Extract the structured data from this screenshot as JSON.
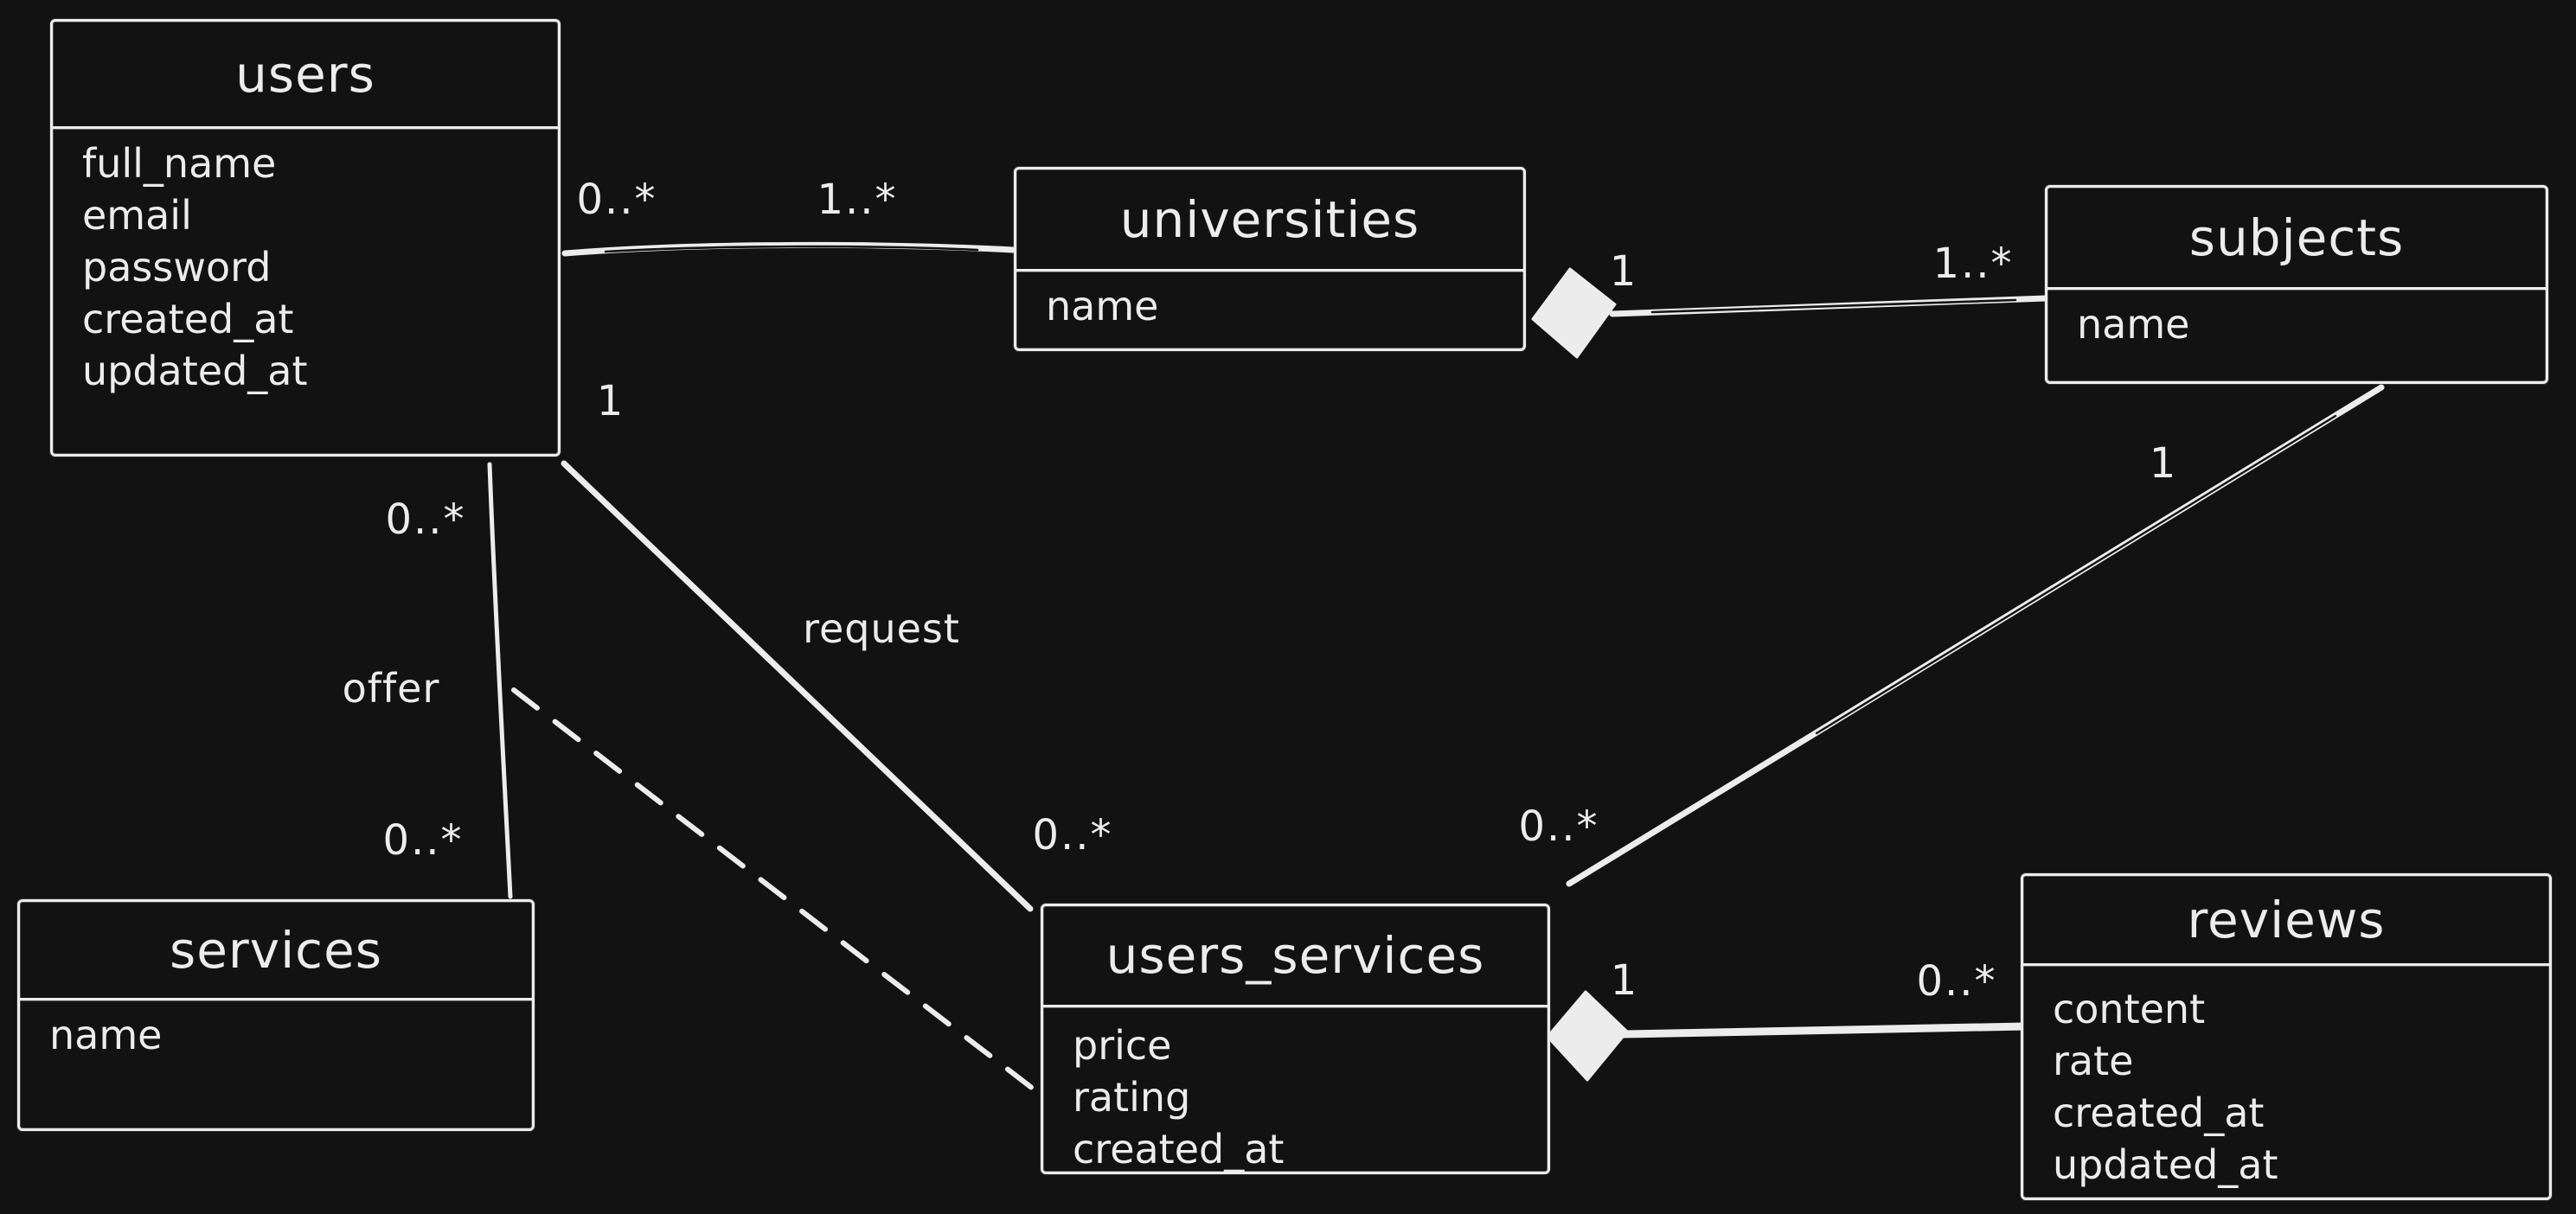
{
  "canvas": {
    "background": "#121212",
    "ink": "#ececec"
  },
  "entities": [
    {
      "title": "users",
      "fields": [
        "full_name",
        "email",
        "password",
        "created_at",
        "updated_at"
      ]
    },
    {
      "title": "universities",
      "fields": [
        "name"
      ]
    },
    {
      "title": "subjects",
      "fields": [
        "name"
      ]
    },
    {
      "title": "services",
      "fields": [
        "name"
      ]
    },
    {
      "title": "users_services",
      "fields": [
        "price",
        "rating",
        "created_at"
      ]
    },
    {
      "title": "reviews",
      "fields": [
        "content",
        "rate",
        "created_at",
        "updated_at"
      ]
    }
  ],
  "relationships": [
    {
      "from": "users",
      "to": "universities",
      "from_cardinality": "0..*",
      "to_cardinality": "1..*",
      "style": "solid"
    },
    {
      "from": "universities",
      "to": "subjects",
      "from_cardinality": "1",
      "to_cardinality": "1..*",
      "style": "solid",
      "diamond_on": "universities"
    },
    {
      "from": "users",
      "to": "services",
      "from_cardinality": "0..*",
      "to_cardinality": "0..*",
      "style": "solid",
      "label": "offer"
    },
    {
      "from": "users",
      "to": "users_services",
      "from_cardinality": "1",
      "to_cardinality": "0..*",
      "style": "solid",
      "label": "request"
    },
    {
      "from": "offer-line",
      "to": "users_services",
      "style": "dashed"
    },
    {
      "from": "subjects",
      "to": "users_services",
      "from_cardinality": "1",
      "to_cardinality": "0..*",
      "style": "solid"
    },
    {
      "from": "users_services",
      "to": "reviews",
      "from_cardinality": "1",
      "to_cardinality": "0..*",
      "style": "solid",
      "diamond_on": "users_services"
    }
  ],
  "labels": [
    {
      "text": "0..*"
    },
    {
      "text": "1..*"
    },
    {
      "text": "1"
    },
    {
      "text": "1..*"
    },
    {
      "text": "1"
    },
    {
      "text": "request"
    },
    {
      "text": "0..*"
    },
    {
      "text": "offer"
    },
    {
      "text": "0..*"
    },
    {
      "text": "0..*"
    },
    {
      "text": "0..*"
    },
    {
      "text": "1"
    },
    {
      "text": "1"
    },
    {
      "text": "0..*"
    }
  ]
}
